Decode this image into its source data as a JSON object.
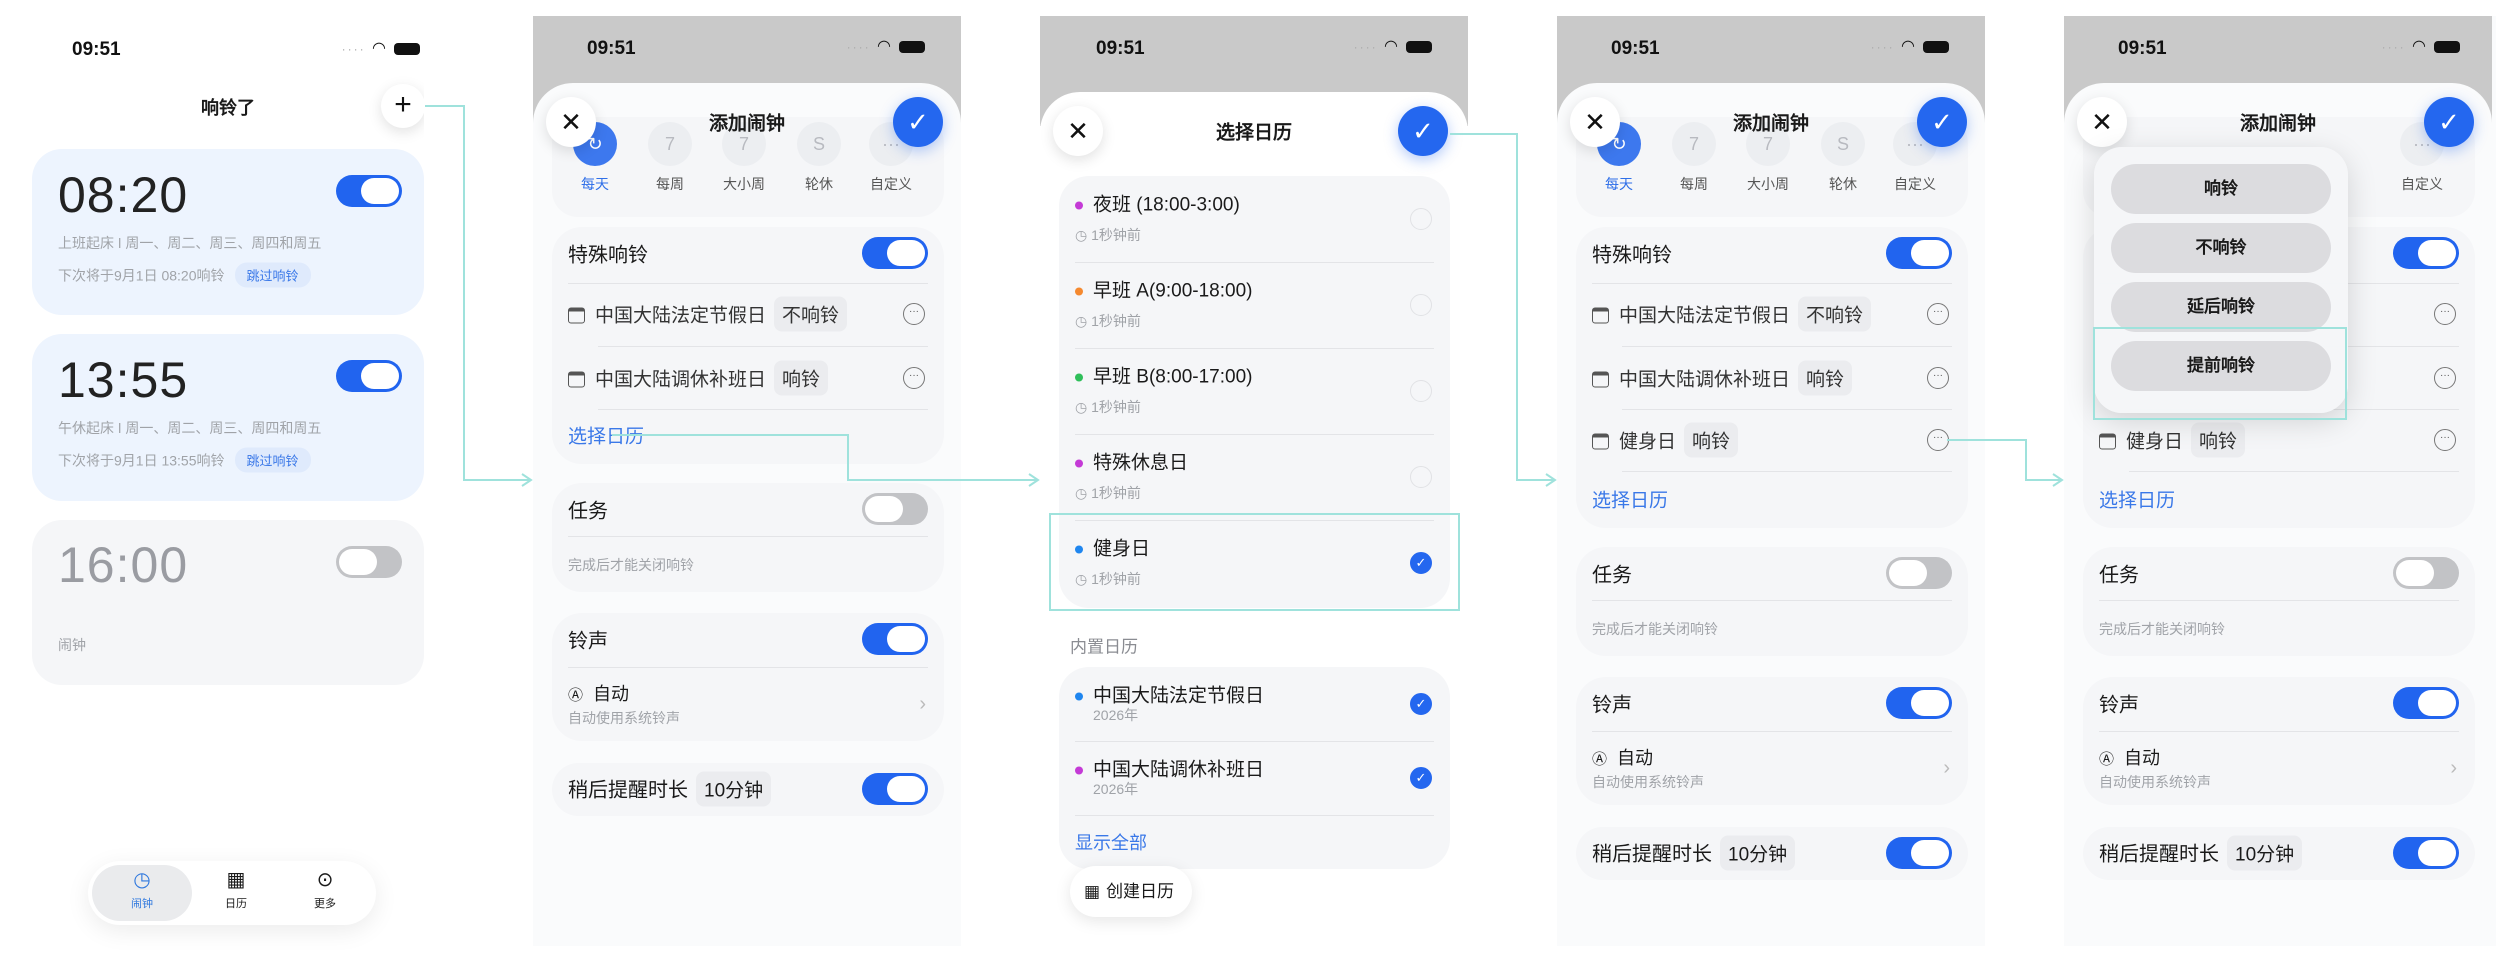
{
  "status": {
    "time": "09:51"
  },
  "alarm_list": {
    "title": "响铃了",
    "add_icon": "plus-icon",
    "alarms": [
      {
        "time": "08:20",
        "enabled": true,
        "label": "上班起床",
        "repeat": "周一、周二、周三、周四和周五",
        "next": "下次将于9月1日 08:20响铃",
        "skip": "跳过响铃"
      },
      {
        "time": "13:55",
        "enabled": true,
        "label": "午休起床",
        "repeat": "周一、周二、周三、周四和周五",
        "next": "下次将于9月1日 13:55响铃",
        "skip": "跳过响铃"
      },
      {
        "time": "16:00",
        "enabled": false,
        "label": "闹钟"
      }
    ],
    "tabbar": [
      {
        "label": "闹钟",
        "icon": "alarm-clock-icon",
        "active": true
      },
      {
        "label": "日历",
        "icon": "calendar-icon"
      },
      {
        "label": "更多",
        "icon": "more-icon"
      }
    ]
  },
  "add_alarm": {
    "title": "添加闹钟",
    "repeat_tabs": [
      "每天",
      "每周",
      "大小周",
      "轮休",
      "自定义"
    ],
    "special_ring": "特殊响铃",
    "calendars": [
      {
        "name": "中国大陆法定节假日",
        "mode": "不响铃"
      },
      {
        "name": "中国大陆调休补班日",
        "mode": "响铃"
      }
    ],
    "added_calendar": {
      "name": "健身日",
      "mode": "响铃"
    },
    "select_calendar": "选择日历",
    "task": "任务",
    "task_hint": "完成后才能关闭响铃",
    "ringtone": "铃声",
    "ringtone_value": "自动",
    "ringtone_hint": "自动使用系统铃声",
    "snooze": "稍后提醒时长",
    "snooze_value": "10分钟"
  },
  "select_calendar": {
    "title": "选择日历",
    "items": [
      {
        "name": "夜班 (18:00-3:00)",
        "time": "1秒钟前",
        "color": "#c43ad6",
        "checked": false
      },
      {
        "name": "早班 A(9:00-18:00)",
        "time": "1秒钟前",
        "color": "#f5892f",
        "checked": false
      },
      {
        "name": "早班 B(8:00-17:00)",
        "time": "1秒钟前",
        "color": "#2fbf5a",
        "checked": false
      },
      {
        "name": "特殊休息日",
        "time": "1秒钟前",
        "color": "#c43ad6",
        "checked": false
      },
      {
        "name": "健身日",
        "time": "1秒钟前",
        "color": "#1f86ef",
        "checked": true
      }
    ],
    "builtin_header": "内置日历",
    "builtin": [
      {
        "name": "中国大陆法定节假日",
        "year": "2026年",
        "color": "#1f86ef",
        "checked": true
      },
      {
        "name": "中国大陆调休补班日",
        "year": "2026年",
        "color": "#c43ad6",
        "checked": true
      }
    ],
    "show_all": "显示全部",
    "create": "创建日历"
  },
  "ring_mode_menu": [
    "响铃",
    "不响铃",
    "延后响铃",
    "提前响铃"
  ],
  "colors": {
    "accent": "#2467ef",
    "connector": "#9fe2dc"
  }
}
